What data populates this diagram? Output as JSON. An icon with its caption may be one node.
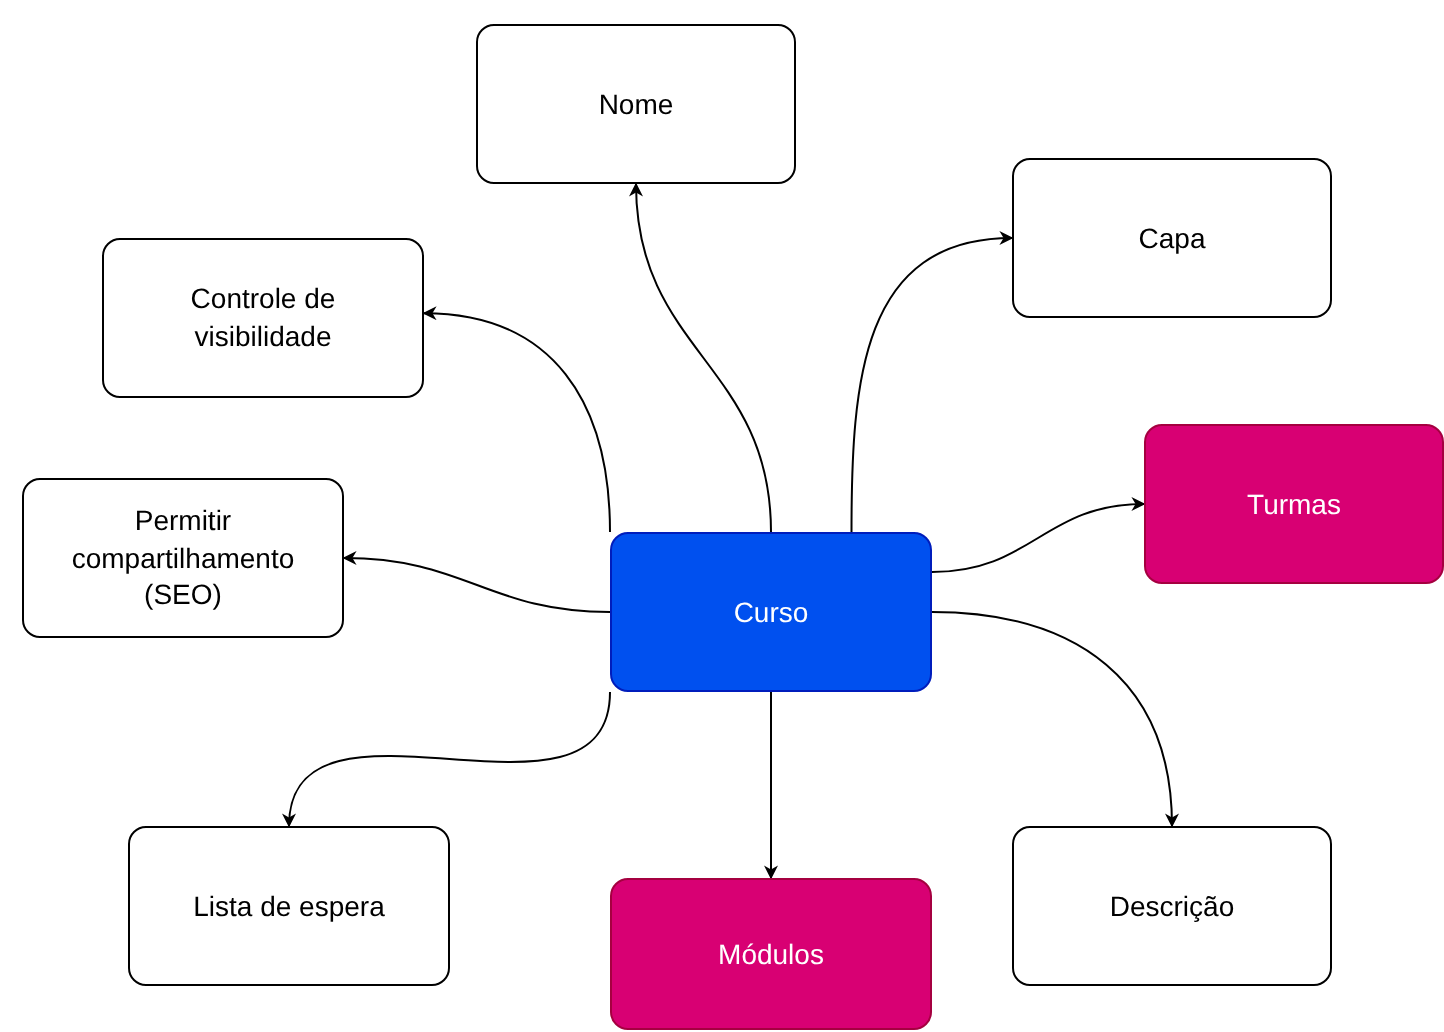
{
  "diagram": {
    "nodes": [
      {
        "text": [
          "Curso"
        ]
      },
      {
        "text": [
          "Nome"
        ]
      },
      {
        "text": [
          "Capa"
        ]
      },
      {
        "text": [
          "Controle de visibilidade"
        ]
      },
      {
        "text": [
          "Turmas"
        ]
      },
      {
        "text": [
          "Permitir compartilhamento (SEO)"
        ]
      },
      {
        "text": [
          "Lista de espera"
        ]
      },
      {
        "text": [
          "Módulos"
        ]
      },
      {
        "text": [
          "Descrição"
        ]
      }
    ],
    "edges": [
      {
        "from": 0,
        "to": 1,
        "arrow": "to"
      },
      {
        "from": 0,
        "to": 2,
        "arrow": "to"
      },
      {
        "from": 0,
        "to": 3,
        "arrow": "to"
      },
      {
        "from": 0,
        "to": 4,
        "arrow": "to"
      },
      {
        "from": 0,
        "to": 5,
        "arrow": "to"
      },
      {
        "from": 0,
        "to": 6,
        "arrow": "to"
      },
      {
        "from": 0,
        "to": 7,
        "arrow": "to"
      },
      {
        "from": 0,
        "to": 8,
        "arrow": "to"
      }
    ]
  }
}
